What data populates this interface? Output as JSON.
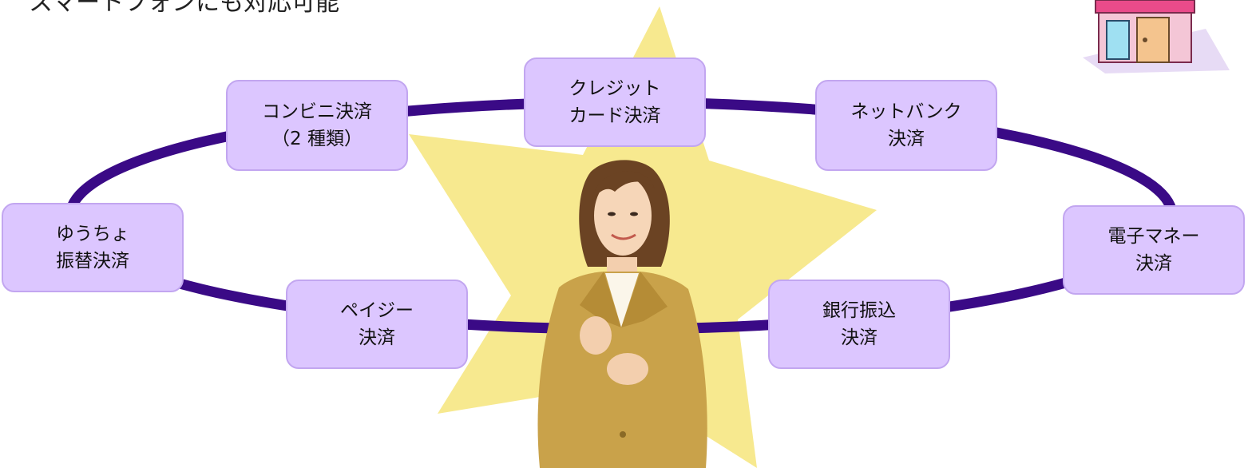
{
  "heading": "スマートフォンにも対応可能",
  "nodes": {
    "credit": {
      "line1": "クレジット",
      "line2": "カード決済"
    },
    "convenience": {
      "line1": "コンビニ決済",
      "line2": "（2 種類）"
    },
    "netbank": {
      "line1": "ネットバンク",
      "line2": "決済"
    },
    "yucho": {
      "line1": "ゆうちょ",
      "line2": "振替決済"
    },
    "emoney": {
      "line1": "電子マネー",
      "line2": "決済"
    },
    "payeasy": {
      "line1": "ペイジー",
      "line2": "決済"
    },
    "bank": {
      "line1": "銀行振込",
      "line2": "決済"
    }
  },
  "colors": {
    "ring": "#3a0a86",
    "node_fill": "#dcc6ff",
    "node_border": "#c2a6f0",
    "star": "#f7e98f",
    "jacket": "#c9a24a",
    "hair": "#6b4323",
    "shop_awning": "#e94b8a"
  },
  "icons": {
    "shop": "shop-icon",
    "person": "businesswoman-illustration"
  }
}
